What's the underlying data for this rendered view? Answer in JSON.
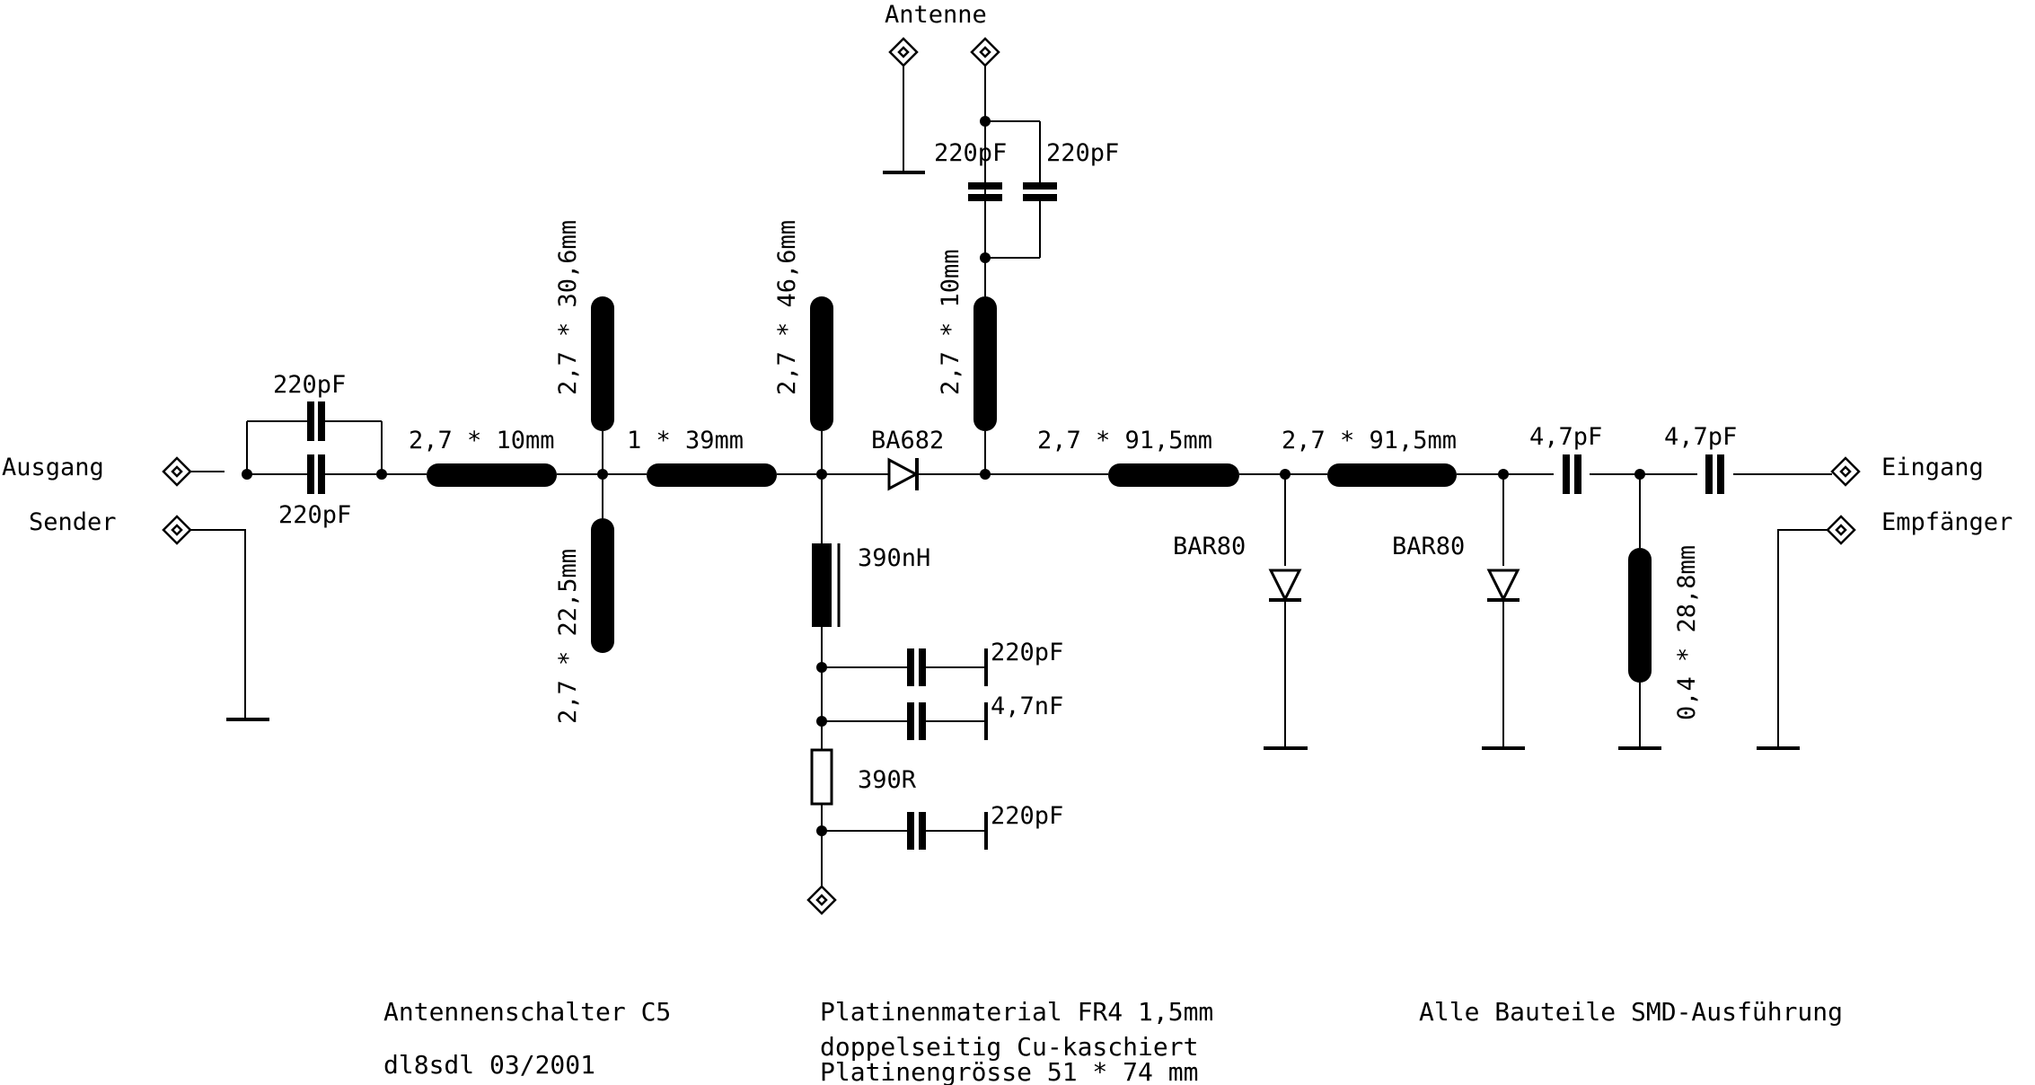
{
  "ports": {
    "ausgang": "Ausgang",
    "sender": "Sender",
    "antenne": "Antenne",
    "eingang": "Eingang",
    "empfaenger": "Empfänger"
  },
  "components": {
    "cap_out_top": "220pF",
    "cap_out_bottom": "220pF",
    "strip_out": "2,7 * 10mm",
    "stub1_up": "2,7 * 30,6mm",
    "stub1_down": "2,7 * 22,5mm",
    "strip_mid": "1 * 39mm",
    "stub2_up": "2,7 * 46,6mm",
    "diode_series": "BA682",
    "stub_ant": "2,7 * 10mm",
    "cap_ant_left": "220pF",
    "cap_ant_right": "220pF",
    "strip_rx1": "2,7 * 91,5mm",
    "strip_rx2": "2,7 * 91,5mm",
    "diode_shunt1": "BAR80",
    "diode_shunt2": "BAR80",
    "cap_rx1": "4,7pF",
    "cap_rx2": "4,7pF",
    "stub_rx": "0,4 * 28,8mm",
    "inductor": "390nH",
    "cap_dc1": "220pF",
    "cap_dc2": "4,7nF",
    "resistor": "390R",
    "cap_dc3": "220pF"
  },
  "notes": {
    "title": "Antennenschalter C5",
    "author_date": "dl8sdl 03/2001",
    "material": "Platinenmaterial FR4 1,5mm",
    "coating": "doppelseitig Cu-kaschiert",
    "board_size": "Platinengrösse 51 * 74 mm",
    "parts": "Alle Bauteile SMD-Ausführung"
  }
}
